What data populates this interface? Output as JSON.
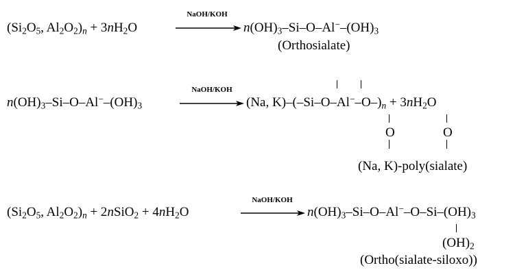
{
  "reactions": [
    {
      "id": "r1",
      "reactants": "(Si₂O₅, Al₂O₂)ₙ + 3ₙH₂O",
      "conditions": "NaOH/KOH",
      "product": "ₙ(OH)₃–Si–O–Al⁻–(OH)₃",
      "product_name": "(Orthosialate)"
    },
    {
      "id": "r2",
      "reactants": "ₙ(OH)₃–Si–O–Al⁻–(OH)₃",
      "conditions": "NaOH/KOH",
      "product": "(Na, K)–(–Si–O–Al⁻–O–)ₙ + 3ₙH₂O",
      "pendant_o": "O",
      "product_name": "(Na, K)-poly(sialate)"
    },
    {
      "id": "r3",
      "reactants": "(Si₂O₅, Al₂O₂)ₙ + 2ₙSiO₂ + 4ₙH₂O",
      "conditions": "NaOH/KOH",
      "product": "ₙ(OH)₃–Si–O–Al⁻–O–Si–(OH)₃",
      "pendant": "(OH)₂",
      "product_name": "(Ortho(sialate-siloxo))"
    }
  ]
}
